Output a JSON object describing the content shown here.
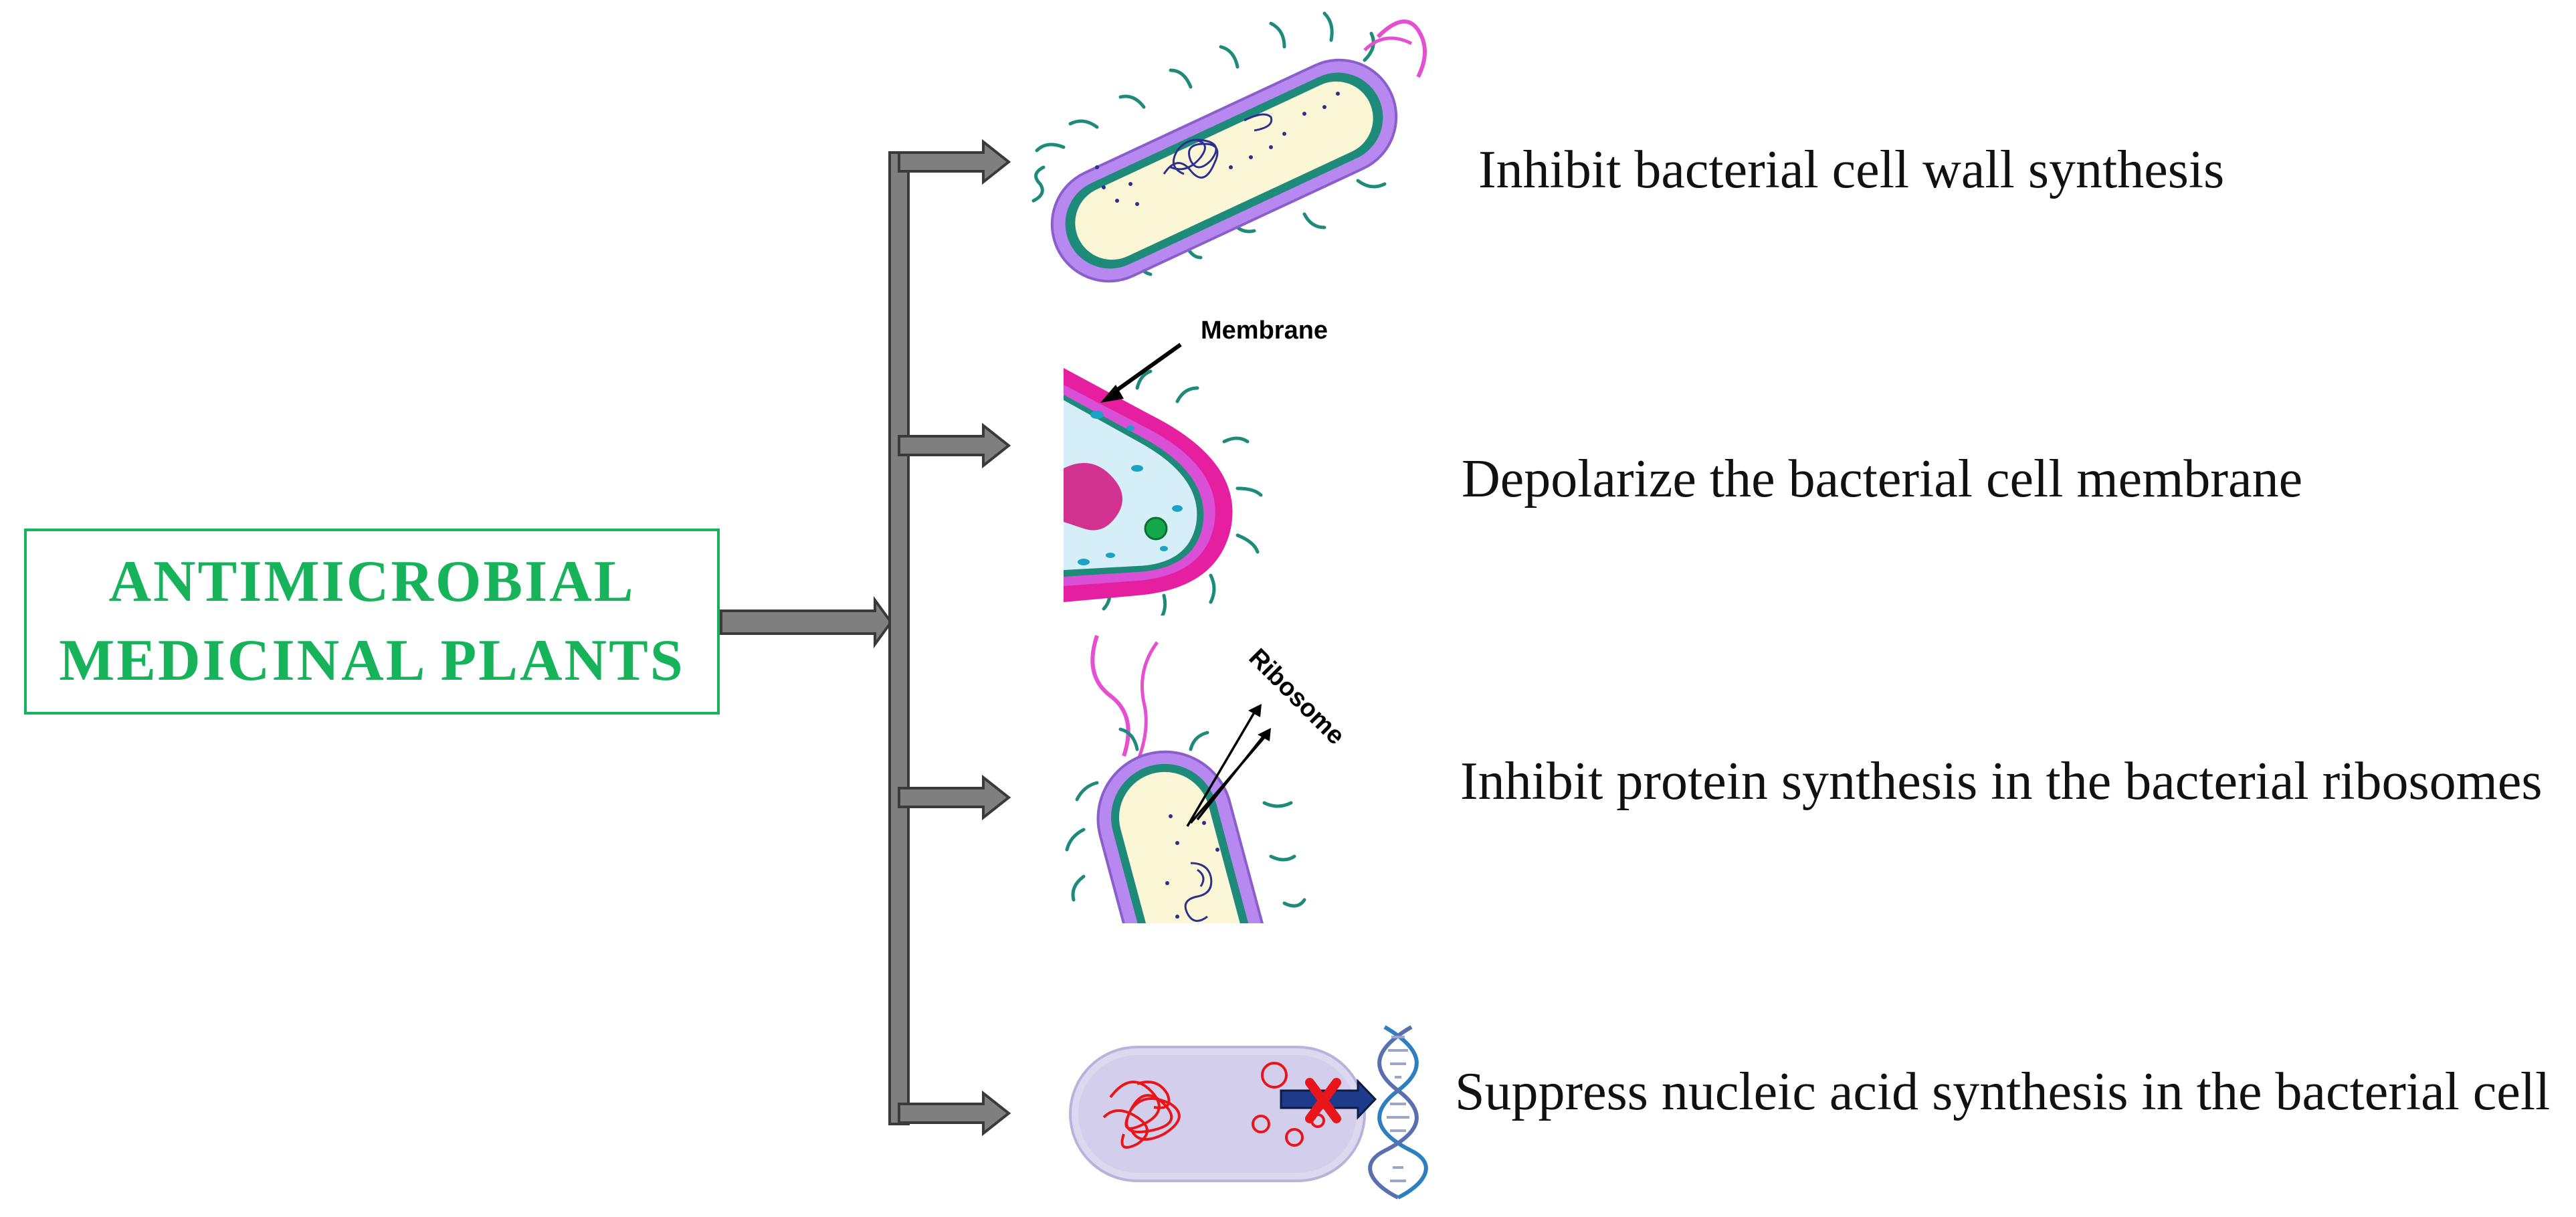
{
  "title": {
    "line1": "ANTIMICROBIAL",
    "line2": "MEDICINAL PLANTS"
  },
  "mechanisms": [
    {
      "text": "Inhibit bacterial cell wall synthesis"
    },
    {
      "text": "Depolarize the bacterial cell membrane",
      "callout": "Membrane"
    },
    {
      "text": "Inhibit protein synthesis in the bacterial ribosomes",
      "callout": "Ribosome"
    },
    {
      "text": "Suppress nucleic acid synthesis in the bacterial cell"
    }
  ],
  "colors": {
    "title_green": "#16b35b",
    "arrow_gray": "#7f7f7f",
    "wall_purple": "#b788ef",
    "membrane_magenta": "#e61ea0",
    "cytoplasm": "#fbf6d6",
    "pili_teal": "#1e8a7a",
    "dna_red": "#e8161a"
  },
  "icons": [
    "bacterium-cell-wall-icon",
    "bacterium-membrane-icon",
    "bacterium-ribosome-icon",
    "bacterium-nucleic-acid-icon",
    "dna-helix-icon",
    "blocked-x-icon"
  ]
}
